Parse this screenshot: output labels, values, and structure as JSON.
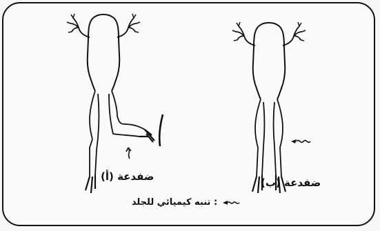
{
  "labels": {
    "frog_a": "ضفدعة (أ)",
    "frog_b": "ضفدعة (ب)"
  },
  "legend": {
    "text": ": تنبه كيميائي للجلد"
  },
  "icons": {
    "stimulus_marker": "chemical-stimulus-arrow-icon"
  }
}
